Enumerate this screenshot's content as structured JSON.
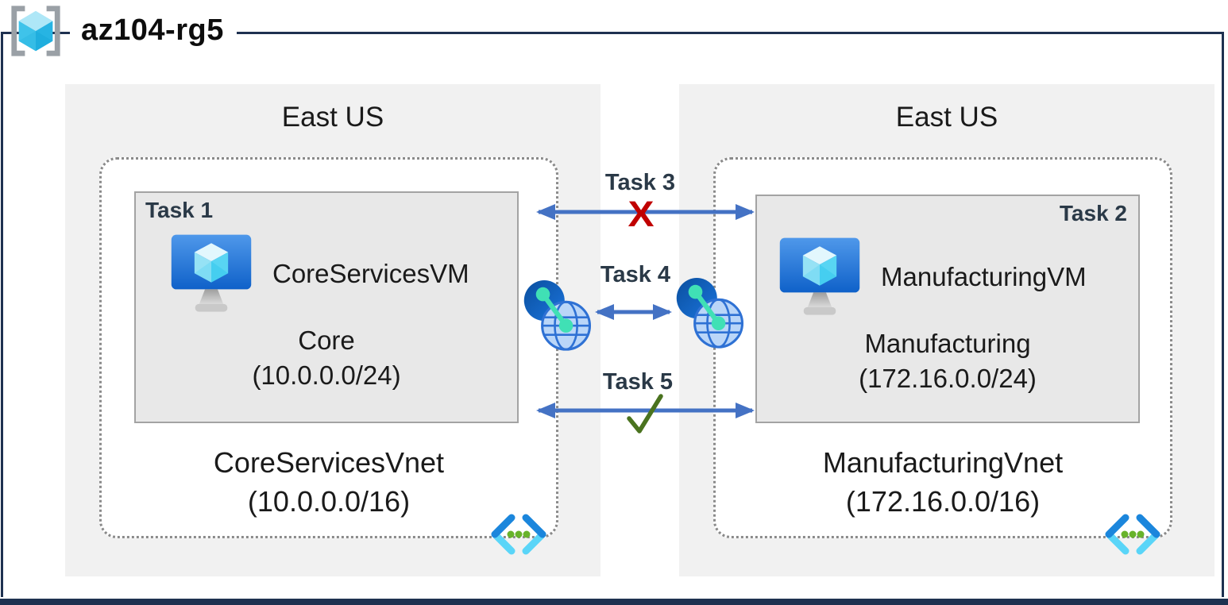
{
  "title": "az104-rg5",
  "regions": {
    "left": {
      "location": "East US",
      "subnet": {
        "task": "Task 1",
        "vm_name": "CoreServicesVM",
        "name": "Core",
        "cidr": "(10.0.0.0/24)"
      },
      "vnet_name": "CoreServicesVnet",
      "vnet_cidr": "(10.0.0.0/16)"
    },
    "right": {
      "location": "East US",
      "subnet": {
        "task": "Task 2",
        "vm_name": "ManufacturingVM",
        "name": "Manufacturing",
        "cidr": "(172.16.0.0/24)"
      },
      "vnet_name": "ManufacturingVnet",
      "vnet_cidr": "(172.16.0.0/16)"
    }
  },
  "connections": {
    "task3": {
      "label": "Task 3",
      "status": "blocked",
      "symbol": "X"
    },
    "task4": {
      "label": "Task 4",
      "status": "peering"
    },
    "task5": {
      "label": "Task 5",
      "status": "allowed",
      "symbol": "✓"
    }
  },
  "icons": {
    "resource_group": "resource-group-icon",
    "virtual_machine": "virtual-machine-icon",
    "virtual_network": "virtual-network-icon",
    "vnet_peering": "vnet-peering-icon",
    "blocked": "x-mark-icon",
    "allowed": "check-mark-icon"
  },
  "colors": {
    "frame_border": "#1e3150",
    "region_background": "#f1f1f1",
    "subnet_background": "#e8e8e8",
    "arrow": "#4472C4",
    "blocked": "#C00000",
    "allowed": "#4A731F",
    "task_label": "#2a3947"
  }
}
